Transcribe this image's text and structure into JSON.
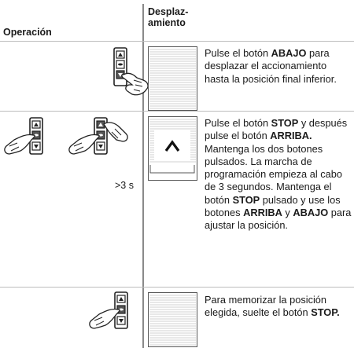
{
  "header": {
    "col1": "Operación",
    "col2_line1": "Desplaz-",
    "col2_line2": "amiento"
  },
  "rows": [
    {
      "text": [
        {
          "t": "Pulse el botón "
        },
        {
          "t": "ABAJO",
          "b": true
        },
        {
          "t": " para desplazar el accionamiento hasta la posición final inferior."
        }
      ]
    },
    {
      "timer": ">3 s",
      "text": [
        {
          "t": "Pulse el botón "
        },
        {
          "t": "STOP",
          "b": true
        },
        {
          "t": " y después pulse el botón "
        },
        {
          "t": "ARRIBA.",
          "b": true
        },
        {
          "t": " Mantenga los dos botones pulsados. La marcha de programa­ción empieza al cabo de 3 segundos. Mantenga el botón "
        },
        {
          "t": "STOP",
          "b": true
        },
        {
          "t": " pulsado y use los botones "
        },
        {
          "t": "ARRIBA",
          "b": true
        },
        {
          "t": " y "
        },
        {
          "t": "ABAJO",
          "b": true
        },
        {
          "t": " para ajustar la posición."
        }
      ]
    },
    {
      "text": [
        {
          "t": "Para memorizar la posición elegida, suelte el botón "
        },
        {
          "t": "STOP.",
          "b": true
        }
      ]
    }
  ]
}
